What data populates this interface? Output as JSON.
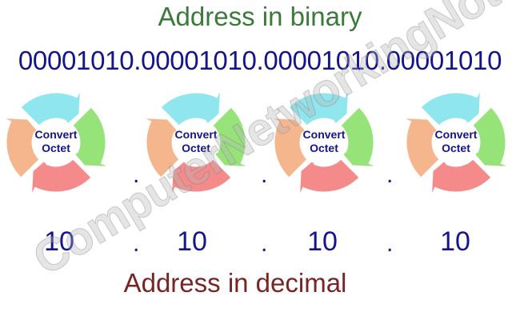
{
  "title_binary": "Address in binary",
  "binary_address": "00001010.00001010.00001010.00001010",
  "cycle_label": [
    "Convert",
    "Octet"
  ],
  "decimal_octets": [
    "10",
    "10",
    "10",
    "10"
  ],
  "separator": ".",
  "title_decimal": "Address in decimal",
  "watermark": "ComputerNetworkingNotes.com",
  "colors": {
    "binary_title": "#3a7a3a",
    "decimal_title": "#7a2424",
    "digits": "#14148c",
    "arrow_top": "#8fe6ee",
    "arrow_right": "#96e37a",
    "arrow_bottom": "#f58a8a",
    "arrow_left": "#f5b68e"
  }
}
